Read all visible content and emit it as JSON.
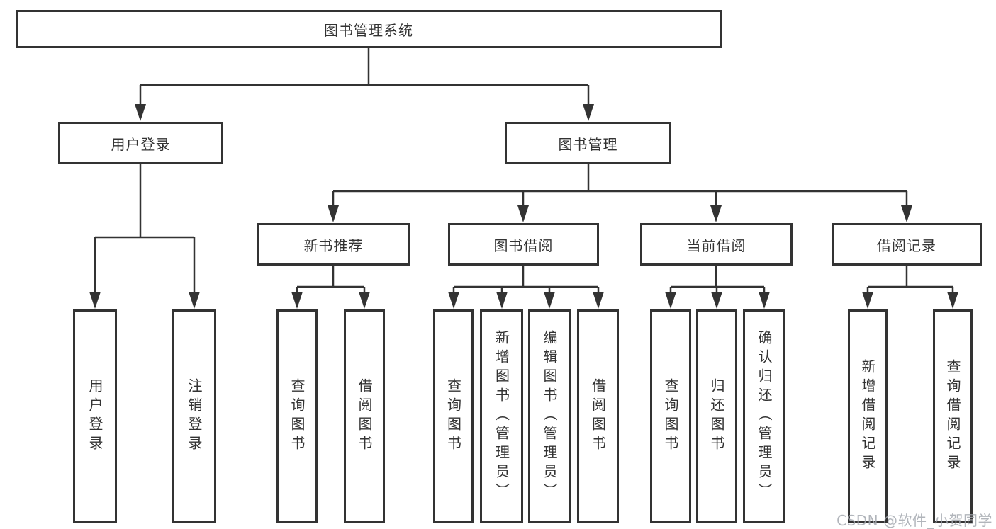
{
  "page": {
    "background": "#ffffff",
    "line_color": "#333333",
    "box_border_color": "#333333",
    "text_color": "#333333"
  },
  "tree": {
    "root": {
      "label": "图书管理系统",
      "children": [
        {
          "label": "用户登录",
          "children": [
            {
              "label": "用户登录"
            },
            {
              "label": "注销登录"
            }
          ]
        },
        {
          "label": "图书管理",
          "children": [
            {
              "label": "新书推荐",
              "children": [
                {
                  "label": "查询图书"
                },
                {
                  "label": "借阅图书"
                }
              ]
            },
            {
              "label": "图书借阅",
              "children": [
                {
                  "label": "查询图书"
                },
                {
                  "label": "新增图书（管理员）"
                },
                {
                  "label": "编辑图书（管理员）"
                },
                {
                  "label": "借阅图书"
                }
              ]
            },
            {
              "label": "当前借阅",
              "children": [
                {
                  "label": "查询图书"
                },
                {
                  "label": "归还图书"
                },
                {
                  "label": "确认归还（管理员）"
                }
              ]
            },
            {
              "label": "借阅记录",
              "children": [
                {
                  "label": "新增借阅记录"
                },
                {
                  "label": "查询借阅记录"
                }
              ]
            }
          ]
        }
      ]
    }
  },
  "watermark": {
    "text": "CSDN @软件_小贺同学",
    "color": "#a3a8af"
  }
}
